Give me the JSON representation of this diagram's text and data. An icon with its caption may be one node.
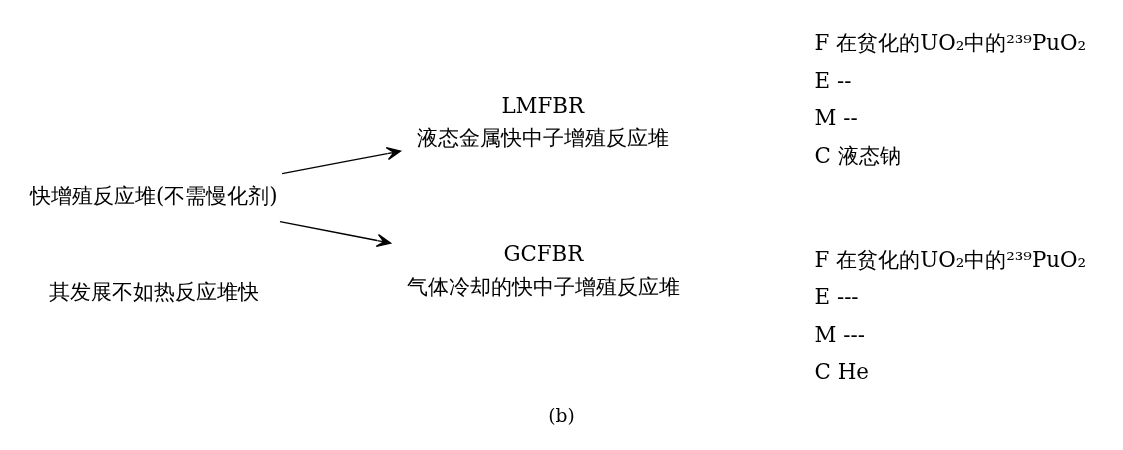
{
  "diagram": {
    "caption": "(b)",
    "nodes": [
      {
        "text": [
          "快增殖反应堆(不需慢化剂)"
        ]
      },
      {
        "text": [
          "LMFBR",
          "液态金属快中子增殖反应堆"
        ],
        "beside": [
          "F 在贫化的UO₂中的²³⁹PuO₂",
          "E --",
          "M --",
          "C 液态钠"
        ]
      },
      {
        "text": [
          "GCFBR",
          "气体冷却的快中子增殖反应堆"
        ],
        "beside": [
          "F 在贫化的UO₂中的²³⁹PuO₂",
          "E ---",
          "M ---",
          "C He"
        ]
      }
    ],
    "edges": [
      {
        "from": 0,
        "to": 1,
        "arrow": "to"
      },
      {
        "from": 0,
        "to": 2,
        "arrow": "to"
      }
    ],
    "labels": [
      "其发展不如热反应堆快"
    ]
  }
}
